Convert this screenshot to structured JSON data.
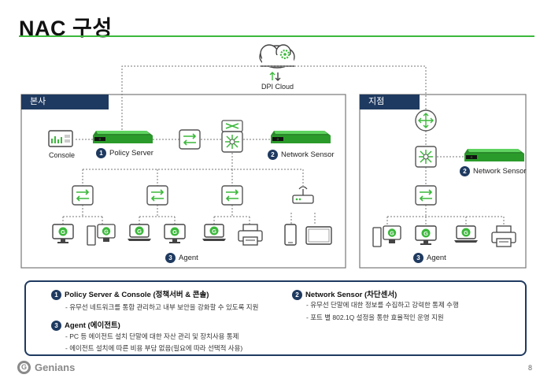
{
  "page": {
    "title": "NAC 구성",
    "page_number": "8",
    "brand": "Genians",
    "brand_color": "#3cb83c",
    "navy_color": "#1f3a60"
  },
  "cloud": {
    "label": "DPI Cloud",
    "icon": "cloud-gear-icon"
  },
  "sections": {
    "hq": {
      "label": "본사"
    },
    "branch": {
      "label": "지점"
    }
  },
  "hq": {
    "console_label": "Console",
    "policy_server": {
      "number": "1",
      "label": "Policy Server"
    },
    "network_sensor": {
      "number": "2",
      "label": "Network Sensor"
    },
    "agent": {
      "number": "3",
      "label": "Agent"
    }
  },
  "branch": {
    "network_sensor": {
      "number": "2",
      "label": "Network Sensor"
    },
    "agent": {
      "number": "3",
      "label": "Agent"
    }
  },
  "legend": {
    "policy": {
      "number": "1",
      "title": "Policy Server & Console (정책서버 & 콘솔)",
      "lines": [
        "- 유무선 네트워크를 통합 관리하고 내부 보안을 강화할 수 있도록 지원"
      ]
    },
    "agent": {
      "number": "3",
      "title": "Agent (에이전트)",
      "lines": [
        "- PC 등 에이전트 설치 단말에 대한 자산 관리 및 장치사용 통제",
        "- 에이전트 설치에 따른 비용 부담 없음(필요에 따라 선택적 사용)"
      ]
    },
    "sensor": {
      "number": "2",
      "title": "Network Sensor (차단센서)",
      "lines": [
        "- 유무선 단말에 대한 정보를 수집하고 강력한 통제 수행",
        "- 포트 별 802.1Q 설정을 통한 효율적인 운영 지원"
      ]
    }
  }
}
